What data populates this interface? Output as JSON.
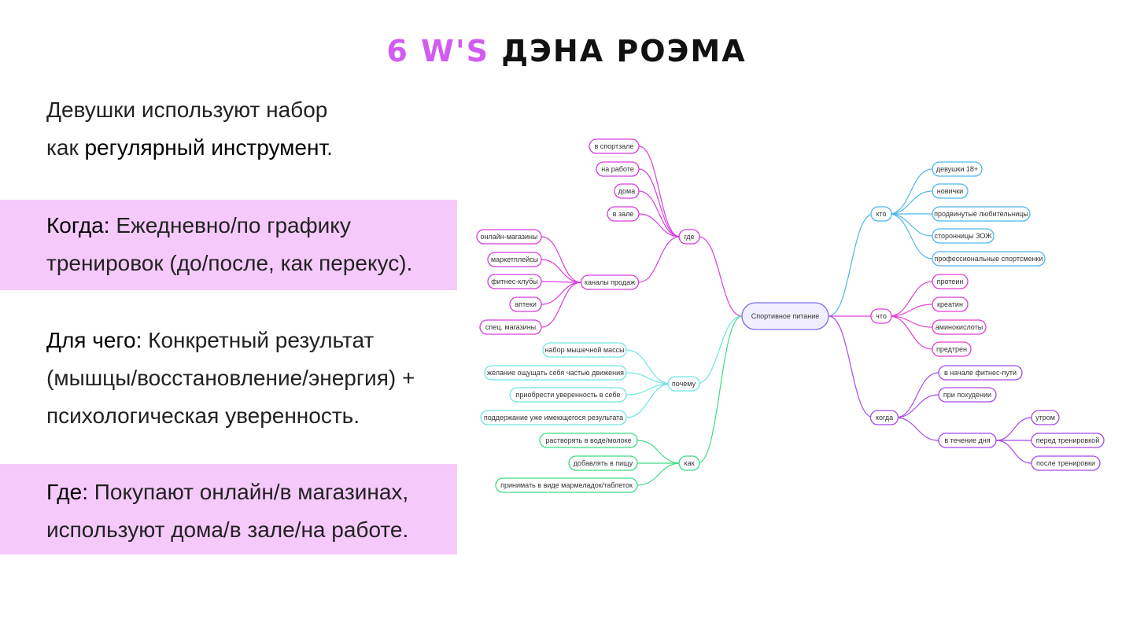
{
  "title": {
    "accent": "6 W'S",
    "main": "ДЭНА РОЭМА"
  },
  "intro": {
    "line1": "Девушки используют набор",
    "line2_pre": "как ",
    "line2_bold": "регулярный инструмент",
    "line2_post": "."
  },
  "blocks": {
    "when": {
      "label": "Когда:",
      "text": "Ежедневно/по графику тренировок (до/после, как перекус)."
    },
    "why": {
      "label": "Для чего:",
      "text": "Конкретный результат (мышцы/восстановление/энергия) + психологическая уверенность."
    },
    "where": {
      "label": "Где:",
      "text": "Покупают онлайн/в магазинах, используют дома/в зале/на работе."
    }
  },
  "colors": {
    "accent": "#d25cf2",
    "band": "#f6c9fb",
    "kto": "#4fb6ea",
    "chto": "#e23fd1",
    "kogda": "#a54be6",
    "gde": "#d83ce0",
    "pochemu": "#6ee6e0",
    "kak": "#3ddc84",
    "root": "#7a6fe0"
  },
  "mindmap": {
    "root": "Спортивное питание",
    "kto": {
      "label": "кто",
      "items": [
        "девушки 18+",
        "новички",
        "продвинутые любительницы",
        "сторонницы ЗОЖ",
        "профессиональные спортсменки"
      ]
    },
    "chto": {
      "label": "что",
      "items": [
        "протеин",
        "креатин",
        "аминокислоты",
        "предтрен"
      ]
    },
    "kogda": {
      "label": "когда",
      "items": [
        "в начале фитнес-пути",
        "при похудении",
        "в течение дня"
      ],
      "sub": [
        "утром",
        "перед тренировкой",
        "после тренировки"
      ]
    },
    "gde": {
      "label": "где",
      "items": [
        "в спортзале",
        "на работе",
        "дома",
        "в зале"
      ]
    },
    "kanaly": {
      "label": "каналы продаж",
      "items": [
        "онлайн-магазины",
        "маркетплейсы",
        "фитнес-клубы",
        "аптеки",
        "спец. магазины"
      ]
    },
    "pochemu": {
      "label": "почему",
      "items": [
        "набор мышечной массы",
        "желание ощущать себя частью движения",
        "приобрести уверенность в себе",
        "поддержание уже имеющегося результата"
      ]
    },
    "kak": {
      "label": "как",
      "items": [
        "растворять в воде/молоке",
        "добавлять в пищу",
        "принимать в виде мармеладок/таблеток"
      ]
    }
  }
}
